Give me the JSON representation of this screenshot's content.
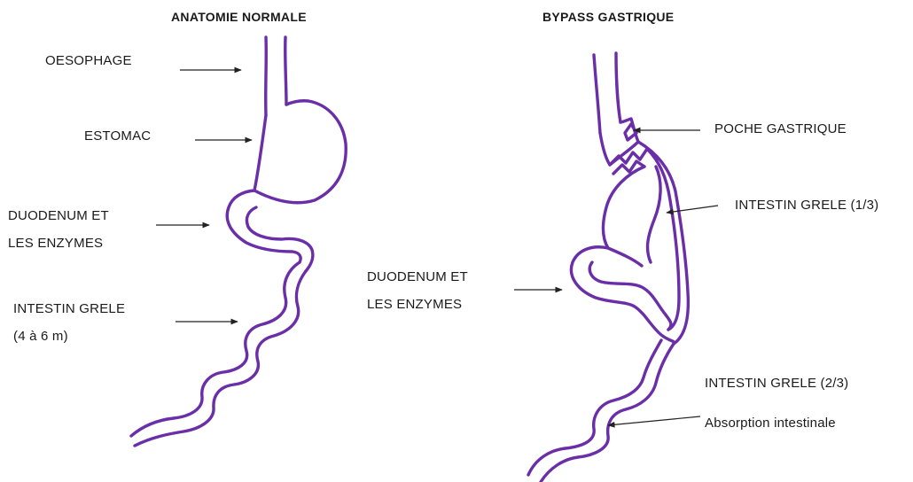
{
  "colors": {
    "anatomy_stroke": "#6a2ea8",
    "arrow": "#222222",
    "text": "#1a1a1a"
  },
  "normal_anatomy": {
    "title": "ANATOMIE NORMALE",
    "labels": {
      "oesophage": "OESOPHAGE",
      "estomac": "ESTOMAC",
      "duodenum_line1": "DUODENUM ET",
      "duodenum_line2": "LES ENZYMES",
      "intestin_line1": "INTESTIN GRELE",
      "intestin_line2": "(4 à 6 m)"
    }
  },
  "gastric_bypass": {
    "title": "BYPASS GASTRIQUE",
    "labels": {
      "poche": "POCHE GASTRIQUE",
      "intestin_1_3": "INTESTIN GRELE (1/3)",
      "duodenum_line1": "DUODENUM ET",
      "duodenum_line2": "LES ENZYMES",
      "intestin_2_3": "INTESTIN GRELE (2/3)",
      "absorption": "Absorption intestinale"
    }
  }
}
